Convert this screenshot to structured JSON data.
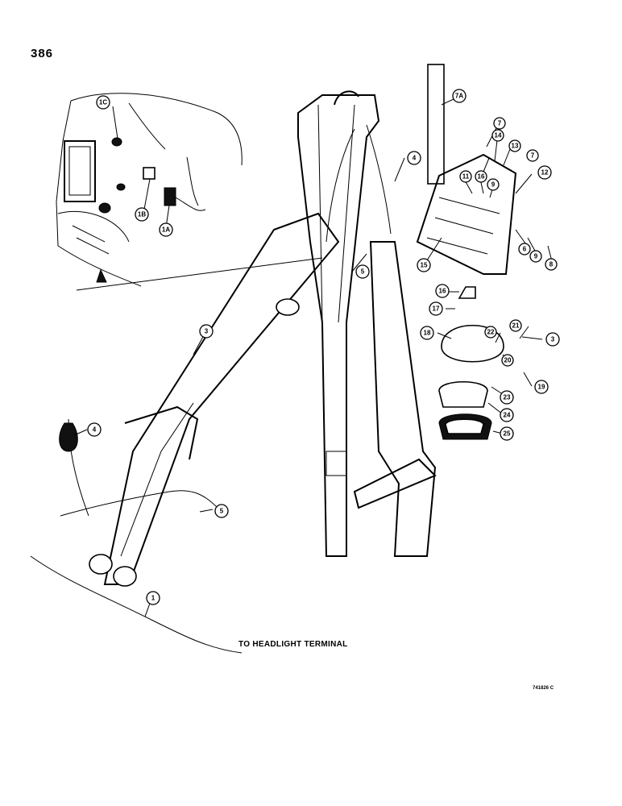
{
  "page_number": "386",
  "caption": "TO HEADLIGHT TERMINAL",
  "figure_code": "741826 C",
  "callouts": [
    "1C",
    "1B",
    "1A",
    "7A",
    "7",
    "14",
    "13",
    "7",
    "11",
    "16",
    "9",
    "12",
    "6",
    "9",
    "8",
    "15",
    "4",
    "5",
    "16",
    "17",
    "18",
    "22",
    "21",
    "3",
    "20",
    "19",
    "23",
    "24",
    "25",
    "3",
    "4",
    "5",
    "1"
  ]
}
